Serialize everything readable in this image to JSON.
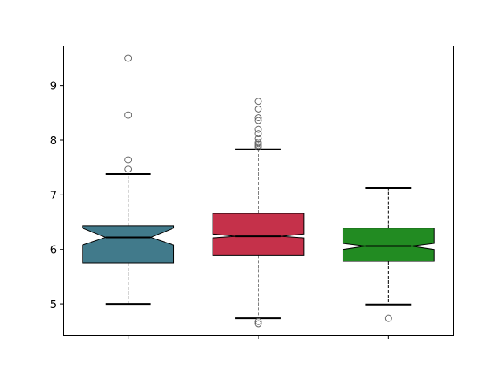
{
  "chart_data": {
    "type": "boxplot",
    "title": "",
    "xlabel": "",
    "ylabel": "",
    "ylim": [
      4.41,
      9.73
    ],
    "yticks": [
      "5",
      "6",
      "7",
      "8",
      "9"
    ],
    "ytick_values": [
      5,
      6,
      7,
      8,
      9
    ],
    "categories": [
      "",
      "",
      ""
    ],
    "grid": false,
    "notched": true,
    "boxes": [
      {
        "color": "#417a8b",
        "whisker_low": 5.0,
        "q1": 5.75,
        "notch_low": 6.08,
        "median": 6.22,
        "notch_high": 6.39,
        "q3": 6.43,
        "whisker_high": 7.38,
        "outliers": [
          9.5,
          8.46,
          7.64,
          7.47
        ]
      },
      {
        "color": "#c5314a",
        "whisker_low": 4.74,
        "q1": 5.89,
        "notch_low": 6.21,
        "median": 6.24,
        "notch_high": 6.28,
        "q3": 6.66,
        "whisker_high": 7.83,
        "outliers": [
          8.71,
          8.57,
          8.41,
          8.36,
          8.2,
          8.12,
          8.03,
          7.96,
          7.93,
          7.9,
          7.87,
          4.68,
          4.64
        ]
      },
      {
        "color": "#228b22",
        "whisker_low": 4.99,
        "q1": 5.78,
        "notch_low": 6.0,
        "median": 6.06,
        "notch_high": 6.11,
        "q3": 6.39,
        "whisker_high": 7.12,
        "outliers": [
          4.74
        ]
      }
    ]
  }
}
